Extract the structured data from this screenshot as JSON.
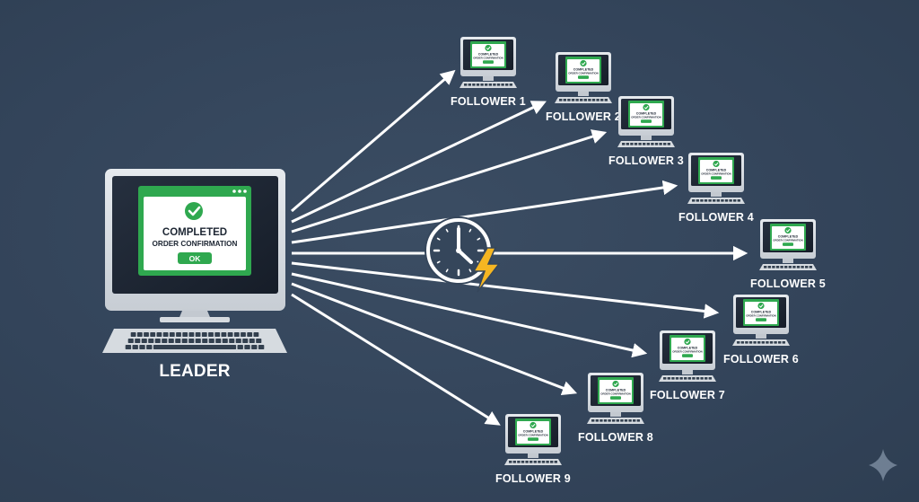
{
  "leader": {
    "label": "LEADER",
    "dialog_title": "COMPLETED",
    "dialog_subtitle": "ORDER CONFIRMATION",
    "ok_label": "OK"
  },
  "followers": [
    {
      "label": "FOLLOWER 1",
      "line1": "COMPLETED",
      "line2": "ORDER CONFIRMATION"
    },
    {
      "label": "FOLLOWER 2",
      "line1": "COMPLETED",
      "line2": "ORDER CONFIRMATION"
    },
    {
      "label": "FOLLOWER 3",
      "line1": "COMPLETED",
      "line2": "ORDER CONFIRMATION"
    },
    {
      "label": "FOLLOWER 4",
      "line1": "COMPLETED",
      "line2": "ORDER CONFIRMATION"
    },
    {
      "label": "FOLLOWER 5",
      "line1": "COMPLETED",
      "line2": "ORDER CONFIRMATION"
    },
    {
      "label": "FOLLOWER 6",
      "line1": "COMPLETED",
      "line2": "ORDER CONFIRMATION"
    },
    {
      "label": "FOLLOWER 7",
      "line1": "COMPLETED",
      "line2": "ORDER CONFIRMATION"
    },
    {
      "label": "FOLLOWER 8",
      "line1": "COMPLETED",
      "line2": "ORDER CONFIRMATION"
    },
    {
      "label": "FOLLOWER 9",
      "line1": "COMPLETED",
      "line2": "ORDER CONFIRMATION"
    }
  ],
  "hub": {
    "icons": [
      "clock-icon",
      "lightning-icon"
    ]
  },
  "colors": {
    "background": "#35465b",
    "monitor_frame": "#d6dbe0",
    "monitor_screen": "#1d2633",
    "dialog_green": "#2fa84f",
    "arrow": "#ffffff",
    "bolt": "#f6b622"
  }
}
